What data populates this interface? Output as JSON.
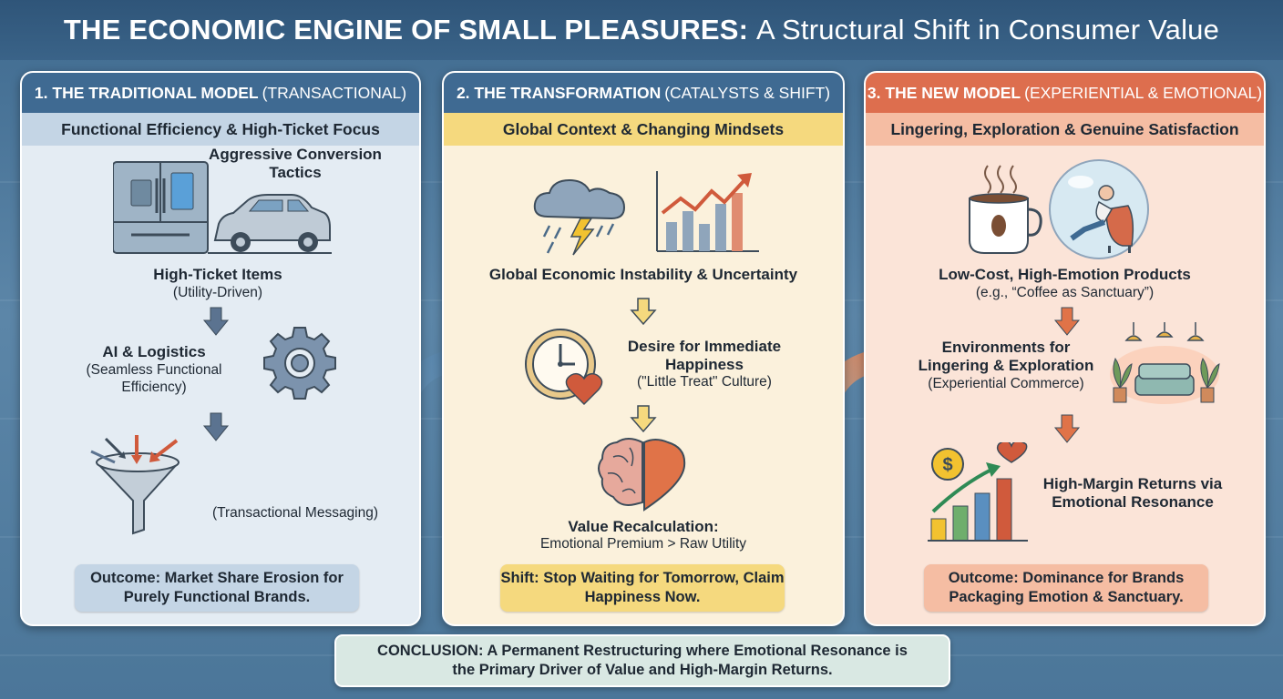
{
  "header": {
    "title_bold": "THE ECONOMIC ENGINE OF SMALL PLEASURES:",
    "title_rest": "A Structural Shift in Consumer Value"
  },
  "colors": {
    "traditional_accent": "#3f6a92",
    "transformation_accent": "#f5d97e",
    "new_model_accent": "#dd6e4e"
  },
  "panels": {
    "traditional": {
      "title_bold": "1. THE TRADITIONAL MODEL",
      "title_paren": "(TRANSACTIONAL)",
      "subtitle": "Functional Efficiency & High-Ticket Focus",
      "step1_title": "High-Ticket Items",
      "step1_note": "(Utility-Driven)",
      "step2_title": "AI & Logistics",
      "step2_note": "(Seamless Functional Efficiency)",
      "step3_title": "Aggressive Conversion Tactics",
      "step3_note": "(Transactional Messaging)",
      "outcome": "Outcome: Market Share Erosion for Purely Functional Brands.",
      "icons": [
        "refrigerator-icon",
        "car-icon",
        "gear-icon",
        "funnel-icon"
      ]
    },
    "transformation": {
      "title_bold": "2. THE TRANSFORMATION",
      "title_paren": "(CATALYSTS & SHIFT)",
      "subtitle": "Global Context & Changing Mindsets",
      "step1_title": "Global Economic Instability & Uncertainty",
      "step2_title": "Desire for Immediate Happiness",
      "step2_note": "(\"Little Treat\" Culture)",
      "step3_title": "Value Recalculation:",
      "step3_note": "Emotional Premium > Raw Utility",
      "outcome": "Shift: Stop Waiting for Tomorrow, Claim Happiness Now.",
      "icons": [
        "storm-cloud-icon",
        "volatile-chart-icon",
        "clock-heart-icon",
        "brain-heart-icon"
      ]
    },
    "new_model": {
      "title_bold": "3. THE NEW MODEL",
      "title_paren": "(EXPERIENTIAL & EMOTIONAL)",
      "subtitle": "Lingering, Exploration & Genuine Satisfaction",
      "step1_title": "Low-Cost, High-Emotion Products",
      "step1_note": "(e.g., “Coffee as Sanctuary”)",
      "step2_title": "Environments for Lingering & Exploration",
      "step2_note": "(Experiential Commerce)",
      "step3_title": "High-Margin Returns via Emotional Resonance",
      "outcome": "Outcome: Dominance for Brands Packaging Emotion & Sanctuary.",
      "icons": [
        "coffee-cup-icon",
        "relaxing-bubble-icon",
        "lounge-icon",
        "growth-chart-icon"
      ]
    }
  },
  "conclusion": {
    "line1": "CONCLUSION: A Permanent Restructuring where Emotional Resonance is",
    "line2": "the Primary Driver of Value and High-Margin Returns."
  }
}
